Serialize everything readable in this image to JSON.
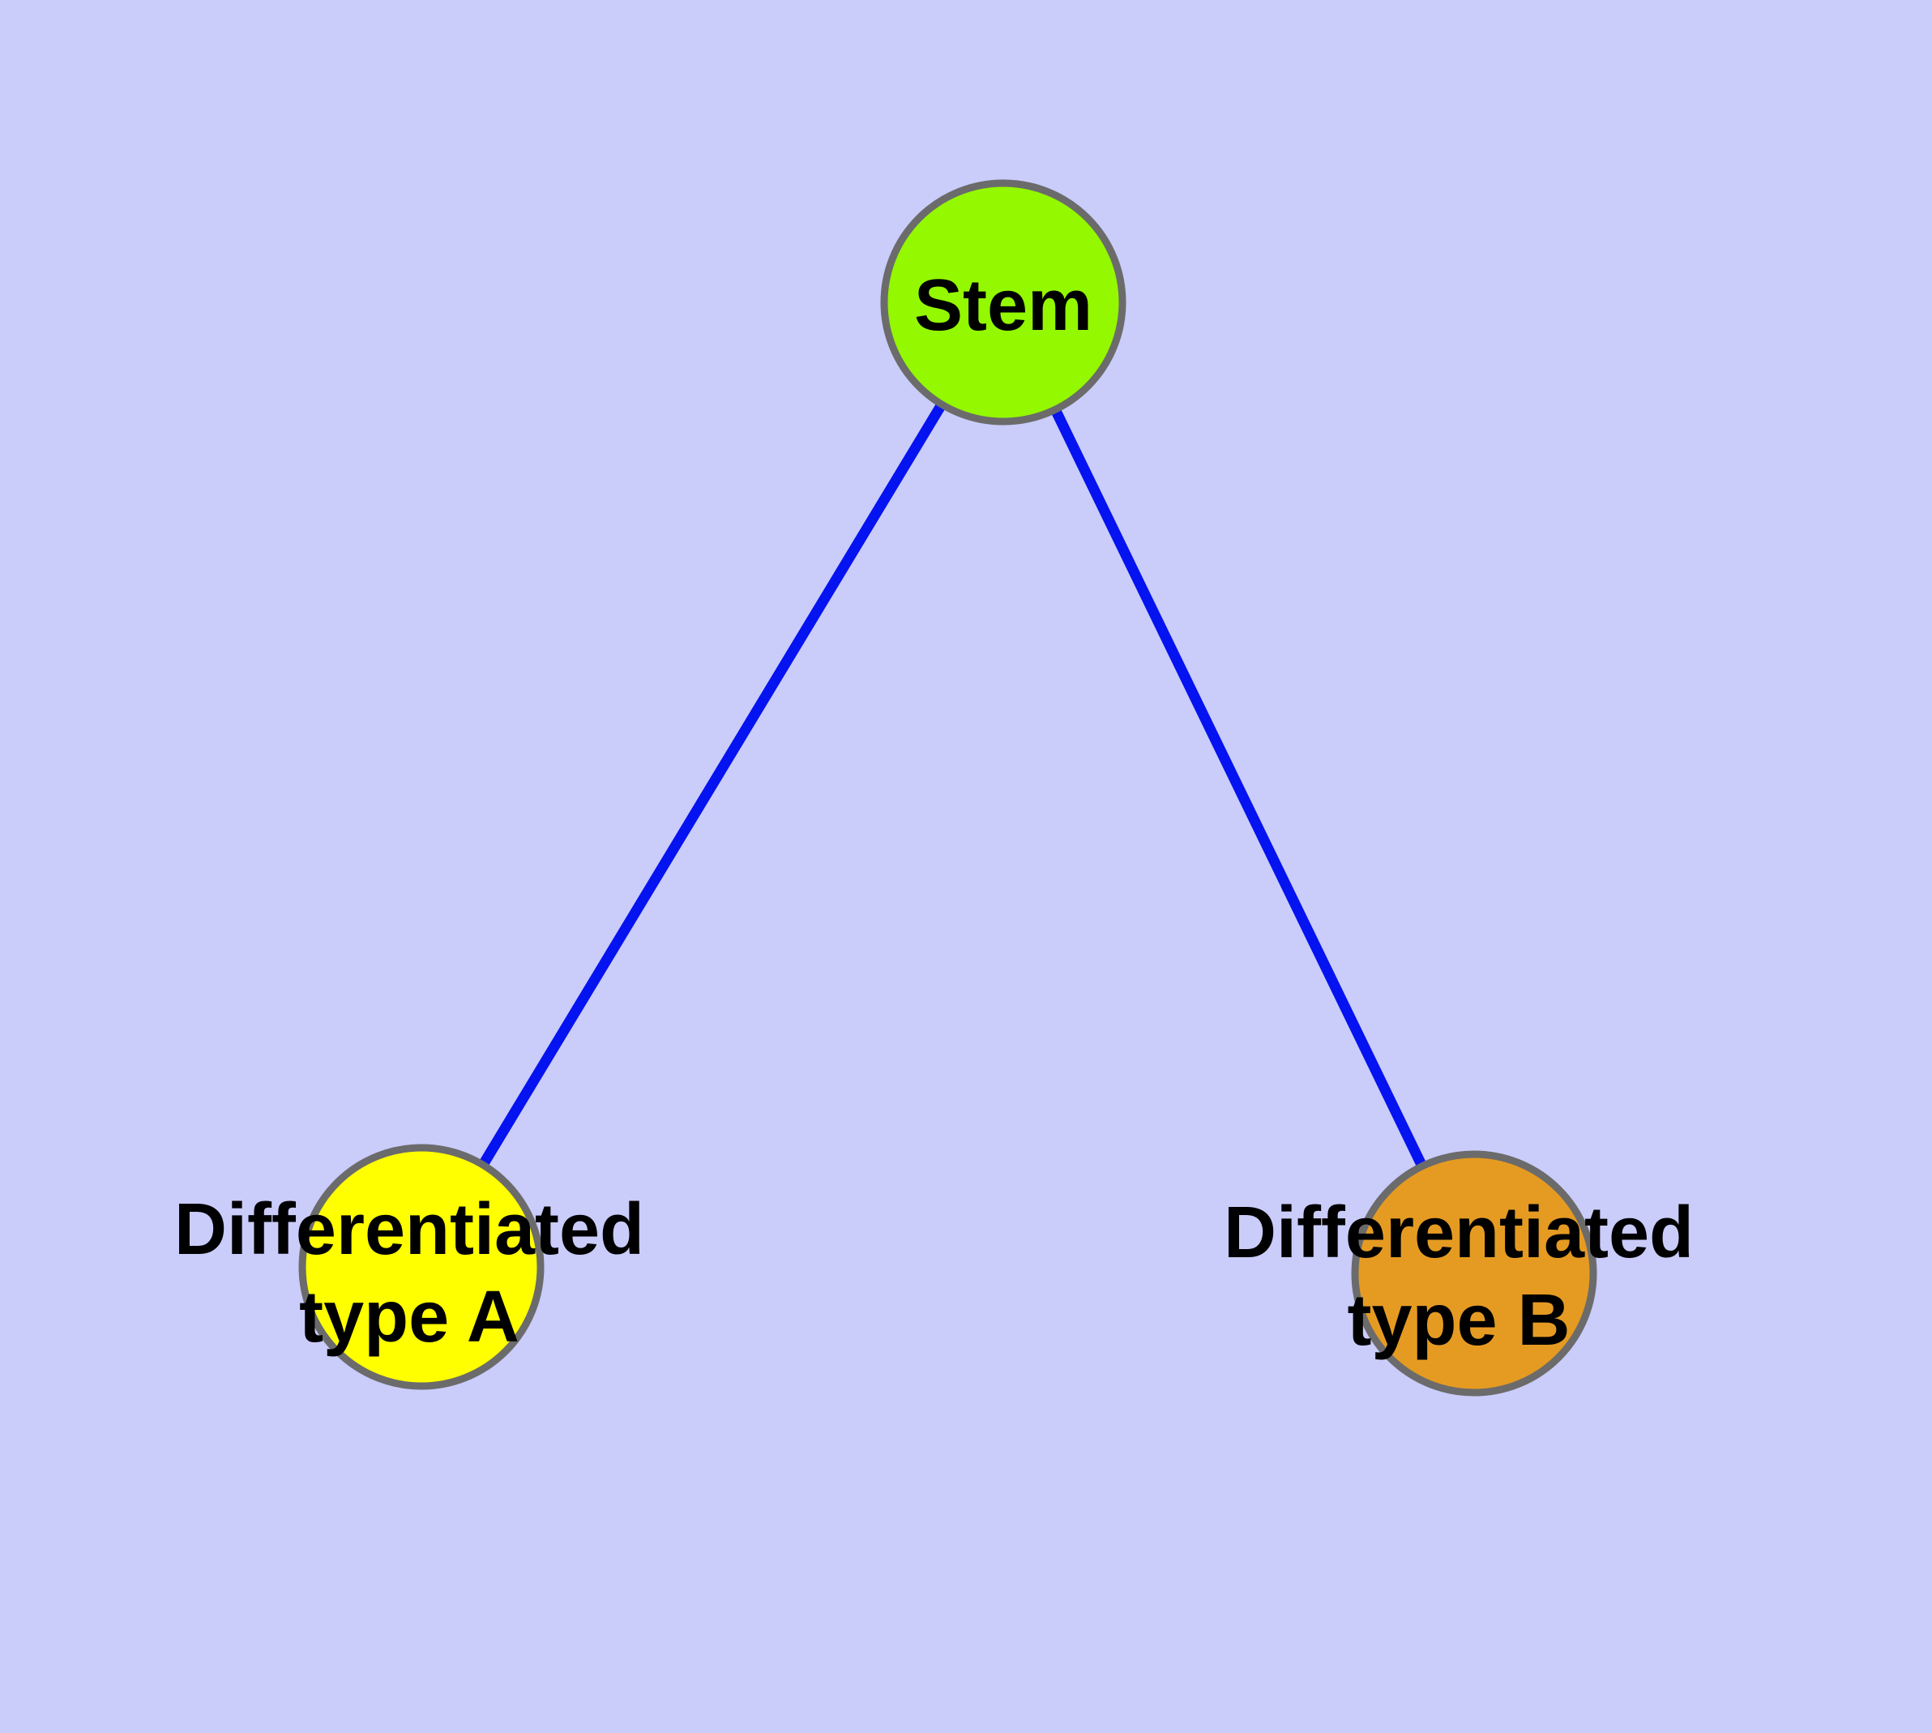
{
  "diagram": {
    "background_color": "#CACCFA",
    "edge_color": "#0513F0",
    "node_border_color": "#6B6B6B",
    "text_color": "#000000",
    "nodes": {
      "stem": {
        "label": "Stem",
        "fill": "#93F800"
      },
      "type_a": {
        "label_line1": "Differentiated",
        "label_line2": "type A",
        "fill": "#FFFF00"
      },
      "type_b": {
        "label_line1": "Differentiated",
        "label_line2": "type B",
        "fill": "#E59B22"
      }
    },
    "edges": [
      {
        "from": "Stem",
        "to": "Differentiated type A"
      },
      {
        "from": "Stem",
        "to": "Differentiated type B"
      }
    ]
  }
}
